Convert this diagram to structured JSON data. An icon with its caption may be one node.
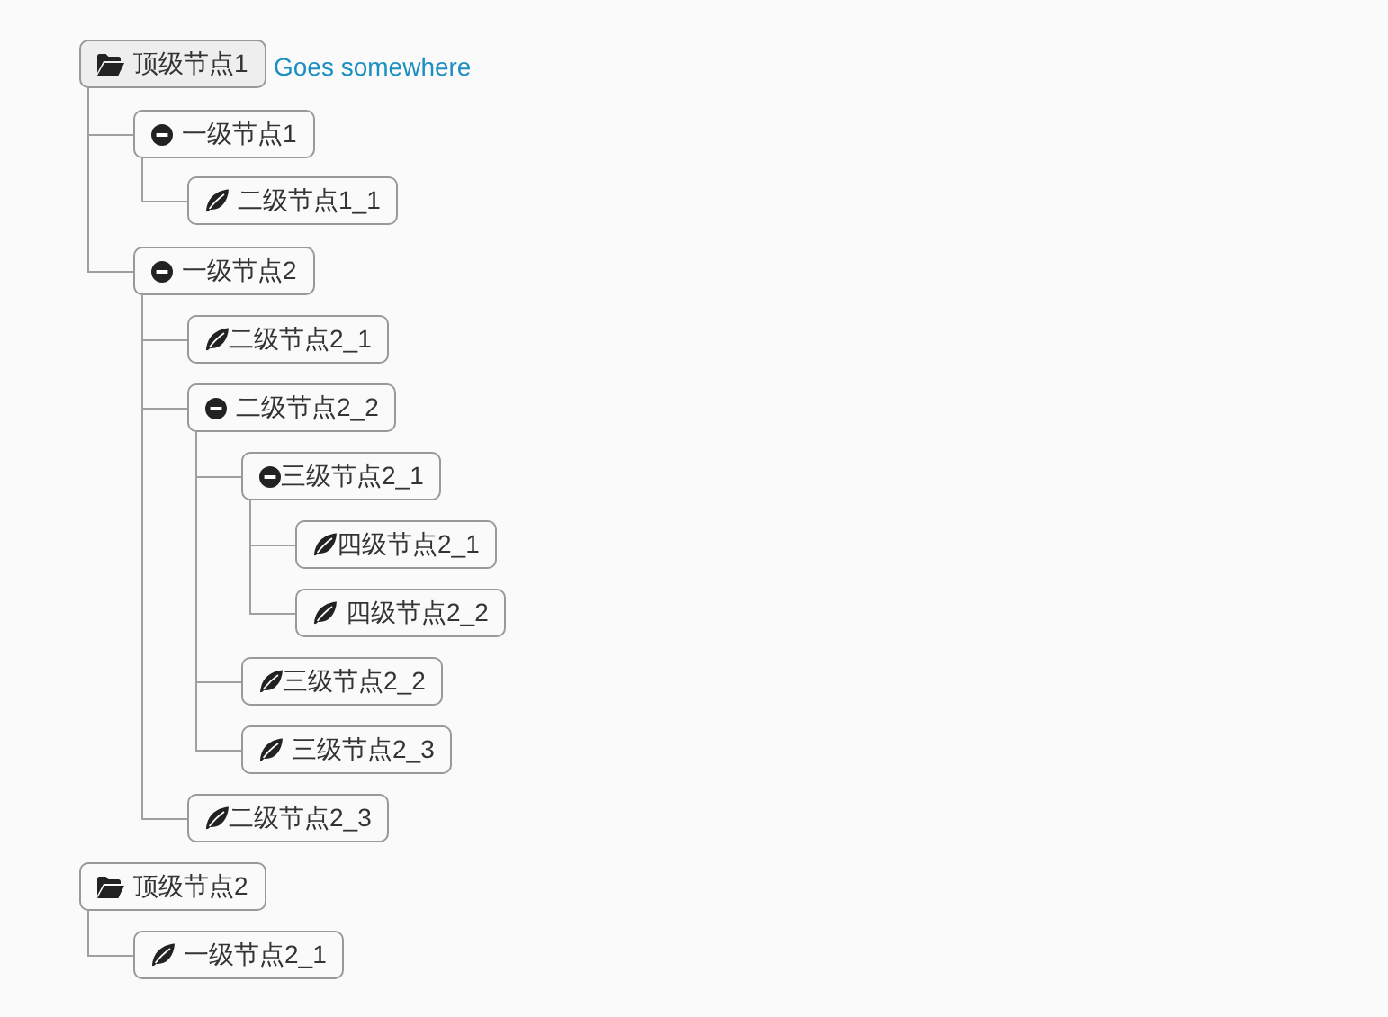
{
  "diagram": {
    "nodes": [
      {
        "text": [
          "顶级节点1"
        ],
        "beside": [
          "Goes somewhere"
        ]
      },
      {
        "text": [
          "一级节点1"
        ]
      },
      {
        "text": [
          "二级节点1_1"
        ]
      },
      {
        "text": [
          "一级节点2"
        ]
      },
      {
        "text": [
          "二级节点2_1"
        ]
      },
      {
        "text": [
          "二级节点2_2"
        ]
      },
      {
        "text": [
          "三级节点2_1"
        ]
      },
      {
        "text": [
          "四级节点2_1"
        ]
      },
      {
        "text": [
          "四级节点2_2"
        ]
      },
      {
        "text": [
          "三级节点2_2"
        ]
      },
      {
        "text": [
          "三级节点2_3"
        ]
      },
      {
        "text": [
          "二级节点2_3"
        ]
      },
      {
        "text": [
          "顶级节点2"
        ]
      },
      {
        "text": [
          "一级节点2_1"
        ]
      }
    ],
    "edges": [
      {
        "from": 0,
        "to": 1,
        "arrow": "none"
      },
      {
        "from": 1,
        "to": 2,
        "arrow": "none"
      },
      {
        "from": 0,
        "to": 3,
        "arrow": "none"
      },
      {
        "from": 3,
        "to": 4,
        "arrow": "none"
      },
      {
        "from": 3,
        "to": 5,
        "arrow": "none"
      },
      {
        "from": 5,
        "to": 6,
        "arrow": "none"
      },
      {
        "from": 6,
        "to": 7,
        "arrow": "none"
      },
      {
        "from": 6,
        "to": 8,
        "arrow": "none"
      },
      {
        "from": 5,
        "to": 9,
        "arrow": "none"
      },
      {
        "from": 5,
        "to": 10,
        "arrow": "none"
      },
      {
        "from": 3,
        "to": 11,
        "arrow": "none"
      },
      {
        "from": 12,
        "to": 13,
        "arrow": "none"
      }
    ]
  }
}
